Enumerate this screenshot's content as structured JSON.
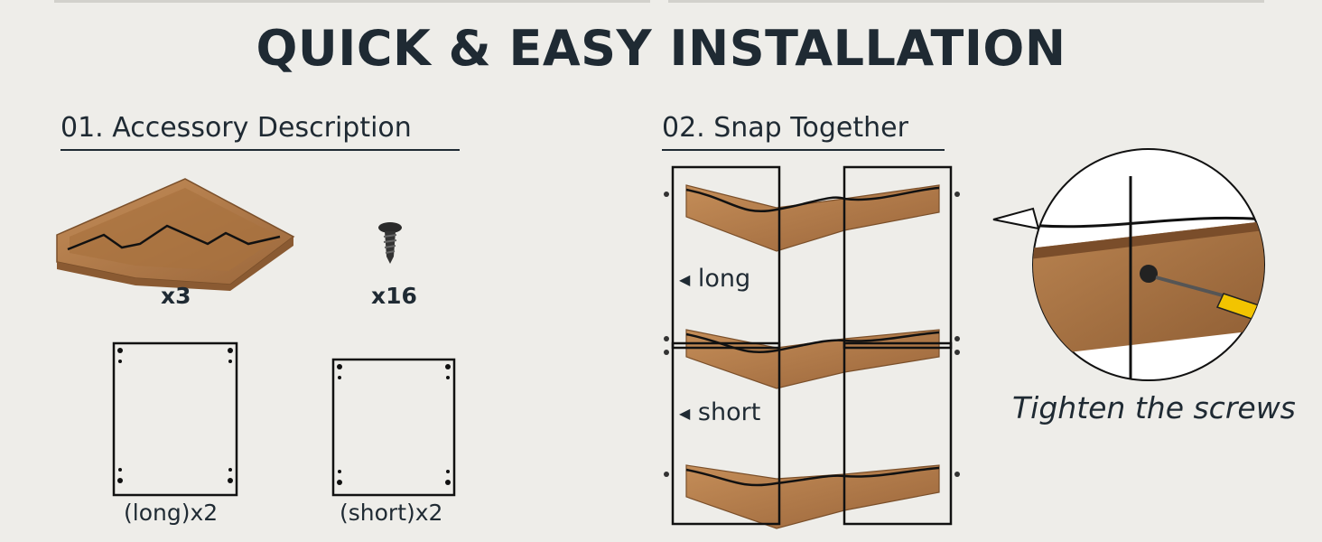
{
  "title": "QUICK & EASY INSTALLATION",
  "step1": {
    "heading": "01.  Accessory Description",
    "items": [
      {
        "label": "x3",
        "icon": "corner-shelf-icon"
      },
      {
        "label": "x16",
        "icon": "screw-icon"
      },
      {
        "label": "(long)x2",
        "icon": "long-frame-icon"
      },
      {
        "label": "(short)x2",
        "icon": "short-frame-icon"
      }
    ]
  },
  "step2": {
    "heading": "02.  Snap Together",
    "long_label": "long",
    "short_label": "short"
  },
  "step3": {
    "caption": "Tighten the screws"
  },
  "colors": {
    "background": "#eeede9",
    "text": "#1f2a33",
    "wood": "#b07a48",
    "metal": "#111111"
  }
}
